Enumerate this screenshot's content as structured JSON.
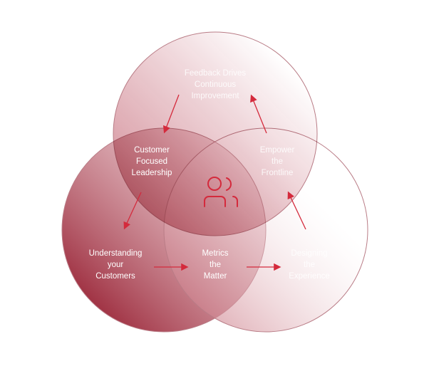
{
  "colors": {
    "accent": "#d42a3c",
    "deep": "#9a2638",
    "outline": "#b97c86"
  },
  "center_icon": "users-icon",
  "nodes": {
    "feedback": [
      "Feedback Drives",
      "Continuous",
      "Improvement"
    ],
    "leadership": [
      "Customer",
      "Focused",
      "Leadership"
    ],
    "frontline": [
      "Empower",
      "the",
      "Frontline"
    ],
    "understanding": [
      "Understanding",
      "your",
      "Customers"
    ],
    "metrics": [
      "Metrics",
      "the",
      "Matter"
    ],
    "designing": [
      "Designing",
      "the",
      "Experience"
    ]
  }
}
